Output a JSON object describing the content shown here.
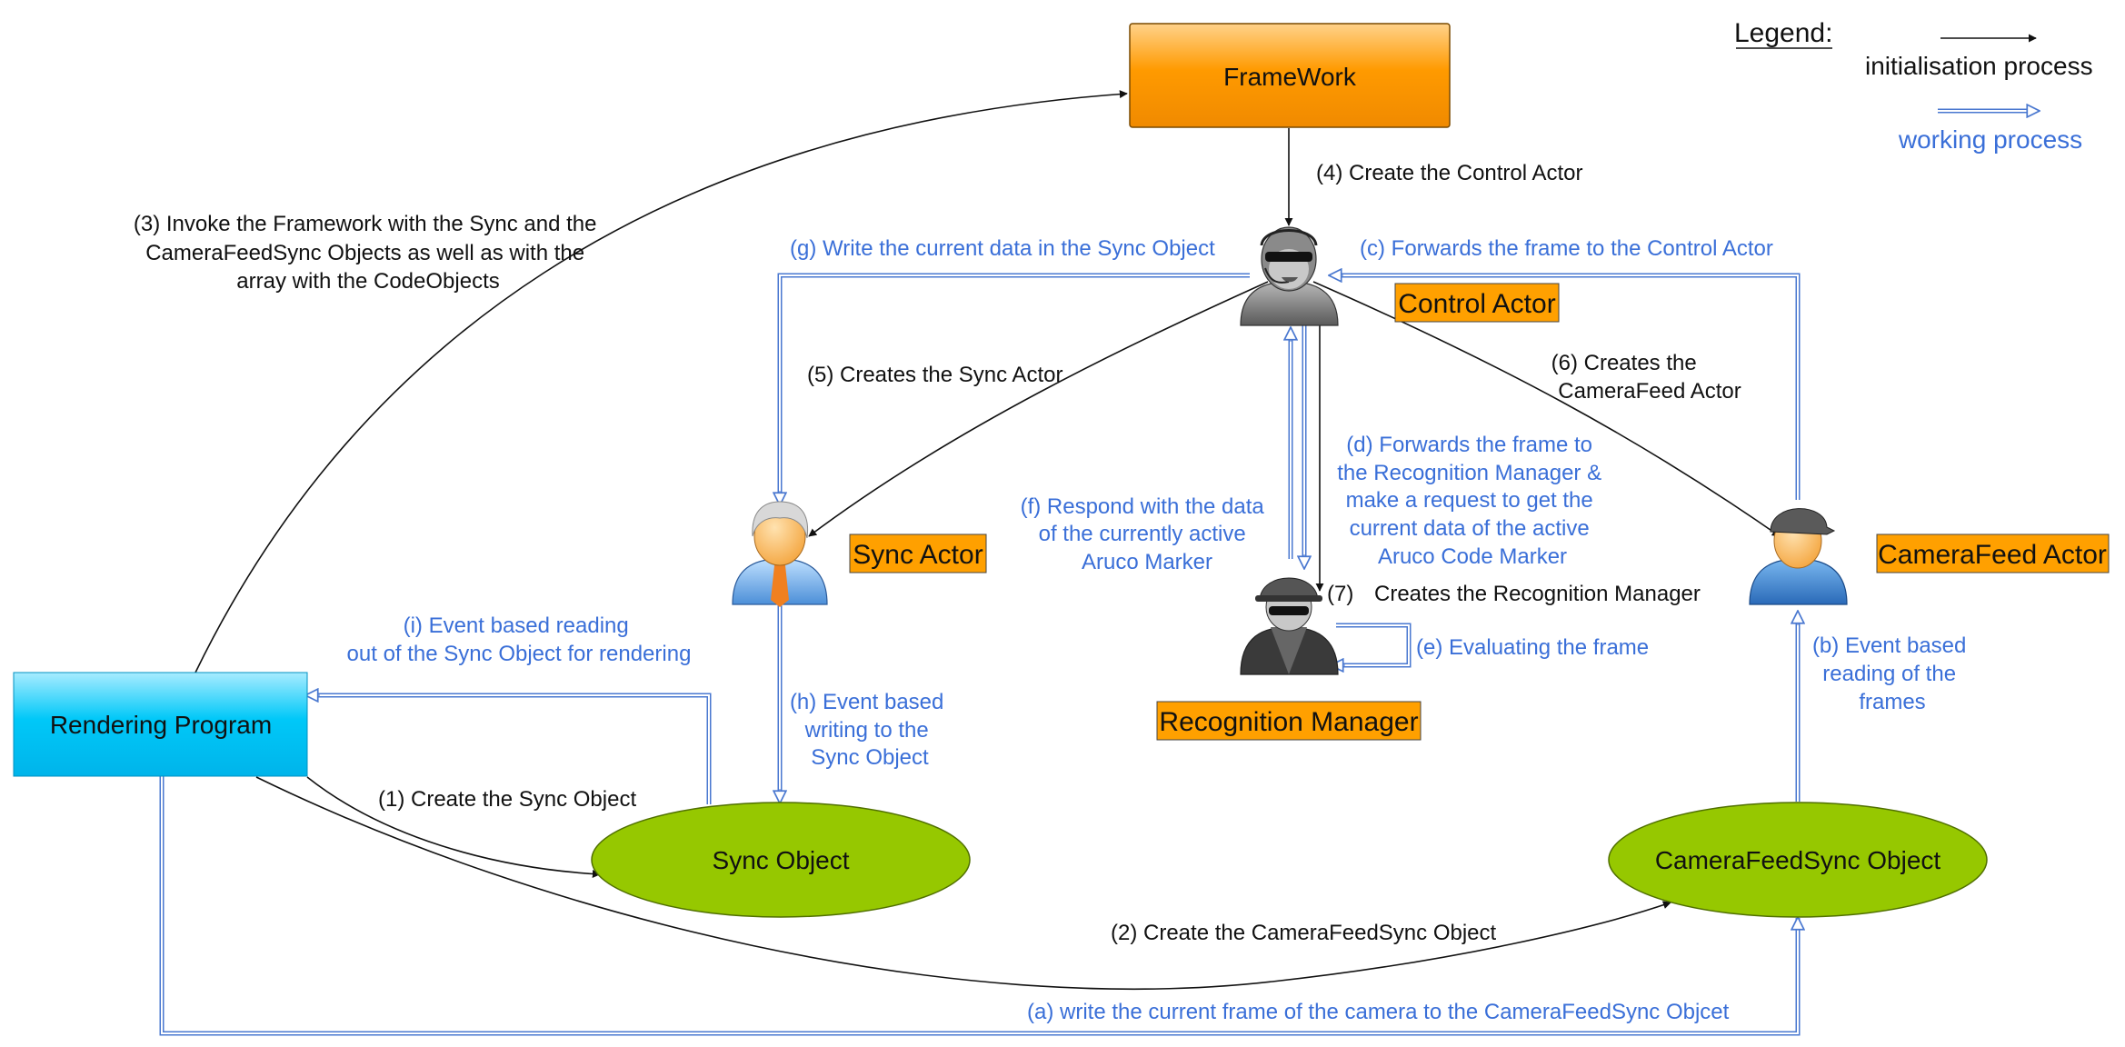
{
  "colors": {
    "init_arrow": "#111111",
    "working_arrow": "#4a78d0",
    "framework_fill": "#ff9a00",
    "render_fill": "#00c8f8",
    "object_fill": "#96c800",
    "actor_tag_fill": "#ffa000"
  },
  "legend": {
    "title": "Legend:",
    "init": "initialisation process",
    "working": "working process"
  },
  "nodes": {
    "framework": "FrameWork",
    "rendering": "Rendering Program",
    "sync_object": "Sync Object",
    "camfeed_sync_object": "CameraFeedSync Object"
  },
  "actors": {
    "control": "Control Actor",
    "sync": "Sync Actor",
    "camerafeed": "CameraFeed Actor",
    "recognition": "Recognition Manager"
  },
  "init_steps": {
    "s1": "(1) Create the Sync Object",
    "s2": "(2) Create the CameraFeedSync Object",
    "s3": [
      "(3) Invoke the Framework with the Sync and the",
      "CameraFeedSync Objects as well as with the",
      "array with the CodeObjects"
    ],
    "s4": "(4) Create the Control Actor",
    "s5": "(5) Creates the Sync Actor",
    "s6": [
      "(6) Creates the",
      "CameraFeed Actor"
    ],
    "s7_num": "(7)",
    "s7_text": "Creates the Recognition Manager"
  },
  "work_steps": {
    "a": "(a) write the current frame of the camera to the CameraFeedSync Objcet",
    "b": [
      "(b) Event based",
      "reading of the",
      "frames"
    ],
    "c": "(c) Forwards the frame to the Control Actor",
    "d": [
      "(d) Forwards the frame to",
      "the Recognition Manager &",
      "make a request to get the",
      "current data of the active",
      "Aruco Code Marker"
    ],
    "e": "(e) Evaluating the frame",
    "f": [
      "(f) Respond with the data",
      "of the currently active",
      "Aruco Marker"
    ],
    "g": "(g) Write the current data in the Sync Object",
    "h": [
      "(h) Event based",
      "writing to the",
      "Sync Object"
    ],
    "i": [
      "(i) Event based reading",
      "out of the Sync Object for rendering"
    ]
  }
}
